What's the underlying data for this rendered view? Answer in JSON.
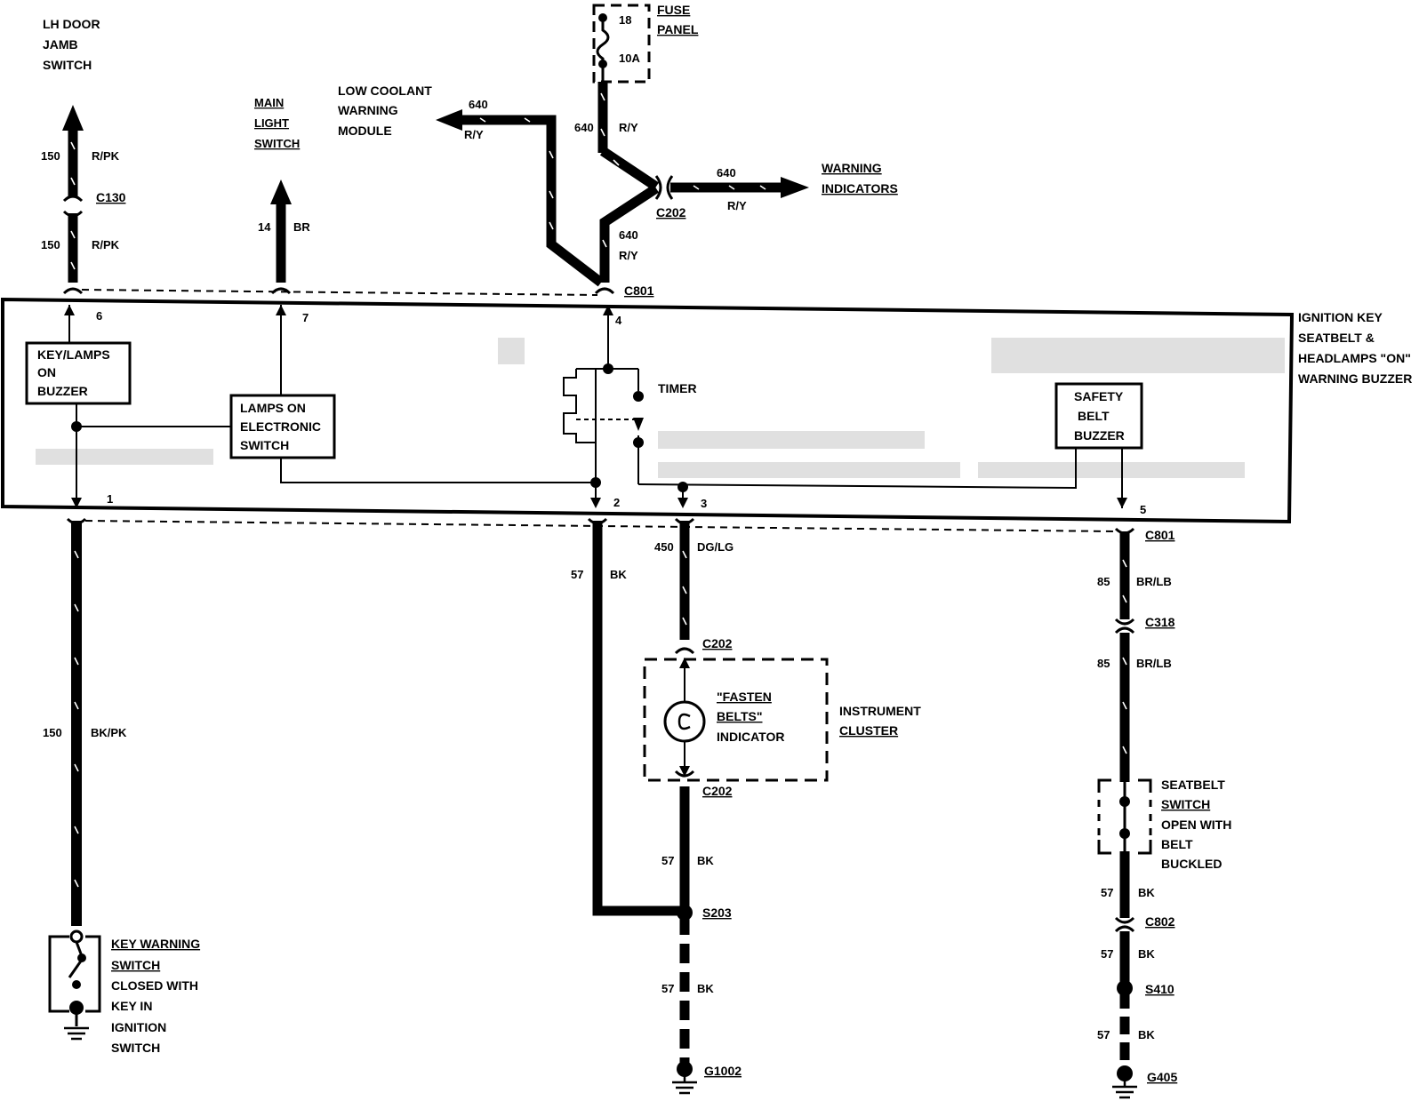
{
  "components": {
    "lh_door_jamb_switch": [
      "LH DOOR",
      "JAMB",
      "SWITCH"
    ],
    "main_light_switch": [
      "MAIN",
      "LIGHT",
      "SWITCH"
    ],
    "low_coolant_module": [
      "LOW COOLANT",
      "WARNING",
      "MODULE"
    ],
    "fuse_panel": {
      "label": [
        "FUSE",
        "PANEL"
      ],
      "fuse_number": "18",
      "fuse_rating": "10A"
    },
    "warning_indicators": [
      "WARNING",
      "INDICATORS"
    ],
    "buzzer_module": [
      "IGNITION KEY",
      "SEATBELT &",
      "HEADLAMPS \"ON\"",
      "WARNING BUZZER"
    ],
    "key_lamps_buzzer": [
      "KEY/LAMPS",
      "ON",
      "BUZZER"
    ],
    "lamps_on_switch": [
      "LAMPS ON",
      "ELECTRONIC",
      "SWITCH"
    ],
    "timer": "TIMER",
    "safety_belt_buzzer": [
      "SAFETY",
      "BELT",
      "BUZZER"
    ],
    "fasten_belts_indicator": [
      "\"FASTEN",
      "BELTS\"",
      "INDICATOR"
    ],
    "instrument_cluster": [
      "INSTRUMENT",
      "CLUSTER"
    ],
    "seatbelt_switch": [
      "SEATBELT",
      "SWITCH",
      "OPEN WITH",
      "BELT",
      "BUCKLED"
    ],
    "key_warning_switch": [
      "KEY WARNING",
      "SWITCH",
      "CLOSED WITH",
      "KEY IN",
      "IGNITION",
      "SWITCH"
    ]
  },
  "connectors": {
    "c130": "C130",
    "c801_top": "C801",
    "c801_right": "C801",
    "c202_top": "C202",
    "c202_cluster_top": "C202",
    "c202_cluster_bottom": "C202",
    "c318": "C318",
    "c802": "C802",
    "s203": "S203",
    "s410": "S410",
    "g1002": "G1002",
    "g405": "G405"
  },
  "pins": [
    "6",
    "7",
    "4",
    "1",
    "2",
    "3",
    "5"
  ],
  "wires": {
    "w150_top_a": {
      "circuit": "150",
      "color": "R/PK"
    },
    "w150_top_b": {
      "circuit": "150",
      "color": "R/PK"
    },
    "w14": {
      "circuit": "14",
      "color": "BR"
    },
    "w640_coolant": {
      "circuit": "640",
      "color": "R/Y"
    },
    "w640_fuse": {
      "circuit": "640",
      "color": "R/Y"
    },
    "w640_indicators": {
      "circuit": "640",
      "color": "R/Y"
    },
    "w640_lower": {
      "circuit": "640",
      "color": "R/Y"
    },
    "w150_bottom": {
      "circuit": "150",
      "color": "BK/PK"
    },
    "w57_pin2": {
      "circuit": "57",
      "color": "BK"
    },
    "w450": {
      "circuit": "450",
      "color": "DG/LG"
    },
    "w57_cluster": {
      "circuit": "57",
      "color": "BK"
    },
    "w57_g1002": {
      "circuit": "57",
      "color": "BK"
    },
    "w85_a": {
      "circuit": "85",
      "color": "BR/LB"
    },
    "w85_b": {
      "circuit": "85",
      "color": "BR/LB"
    },
    "w57_seat_a": {
      "circuit": "57",
      "color": "BK"
    },
    "w57_seat_b": {
      "circuit": "57",
      "color": "BK"
    },
    "w57_g405": {
      "circuit": "57",
      "color": "BK"
    }
  },
  "colors": {
    "ink": "#000000",
    "paper": "#ffffff"
  }
}
